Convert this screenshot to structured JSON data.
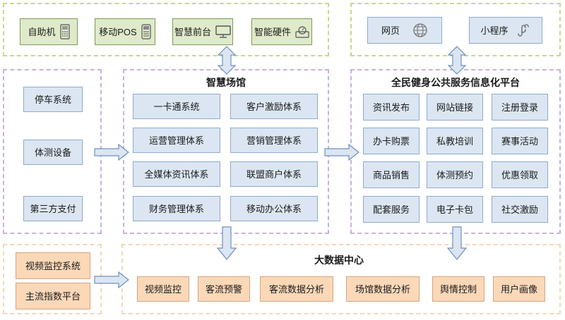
{
  "devices": [
    "自助机",
    "移动POS",
    "智慧前台",
    "智能硬件"
  ],
  "channels": [
    "网页",
    "小程序"
  ],
  "left_systems": [
    "停车系统",
    "体测设备",
    "第三方支付"
  ],
  "smart_venue": {
    "title": "智慧场馆",
    "items": [
      "一卡通系统",
      "客户激励体系",
      "运营管理体系",
      "营销管理体系",
      "全媒体资讯体系",
      "联盟商户体系",
      "财务管理体系",
      "移动办公体系"
    ]
  },
  "platform": {
    "title": "全民健身公共服务信息化平台",
    "items": [
      "资讯发布",
      "网站链接",
      "注册登录",
      "办卡购票",
      "私教培训",
      "赛事活动",
      "商品销售",
      "体测预约",
      "优惠领取",
      "配套服务",
      "电子卡包",
      "社交激励"
    ]
  },
  "bottom_left": [
    "视频监控系统",
    "主流指数平台"
  ],
  "big_data": {
    "title": "大数据中心",
    "items": [
      "视频监控",
      "客流预警",
      "客流数据分析",
      "场馆数据分析",
      "舆情控制",
      "用户画像"
    ]
  },
  "colors": {
    "green_fill": "#dfeacb",
    "blue_fill": "#dbe6f2",
    "orange_fill": "#fbd8b8",
    "arrow_fill": "#dbe6f2",
    "arrow_stroke": "#6f8fbf"
  }
}
